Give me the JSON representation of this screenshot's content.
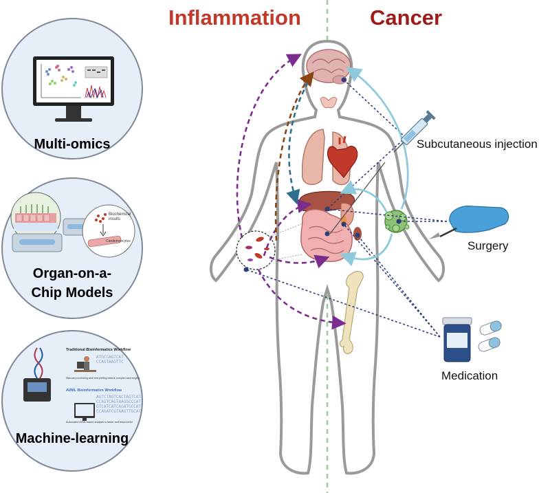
{
  "titles": {
    "inflammation": "Inflammation",
    "cancer": "Cancer",
    "inflammation_color": "#c0392b",
    "cancer_color": "#9e1b1b"
  },
  "panels": [
    {
      "label": "Multi-omics",
      "icon": "monitor-icon"
    },
    {
      "label_line1": "Organ-on-a-",
      "label_line2": "Chip Models",
      "icon": "organ-chip-icon",
      "annotations": {
        "biochemical": "Biochemical insults",
        "cardio": "Cardiomyocytes"
      }
    },
    {
      "label": "Machine-learning",
      "icon": "ml-workflow-icon",
      "workflow": {
        "traditional_title": "Traditional Bioinformatics Workflow",
        "traditional_note": "Manual processing and interpreting data is complex and lengthy",
        "aiml_title": "AI/ML Bioinformatics Workflow",
        "aiml_note": "Automated AI/ML based analysis is faster and resourceful"
      }
    }
  ],
  "treatments": [
    {
      "label": "Subcutaneous injection",
      "icon": "syringe-icon"
    },
    {
      "label": "Surgery",
      "icon": "scalpel-icon"
    },
    {
      "label": "Medication",
      "icon": "pill-bottle-icon"
    }
  ],
  "colors": {
    "purple_arrow": "#7b2d8e",
    "brown_arrow": "#8b4513",
    "teal_arrow": "#2d6e8e",
    "lightblue_arrow": "#8ec9dc",
    "navy_dotted": "#2c3e7a",
    "midline": "#9ccc9c",
    "body_outline": "#9a9a9a"
  }
}
